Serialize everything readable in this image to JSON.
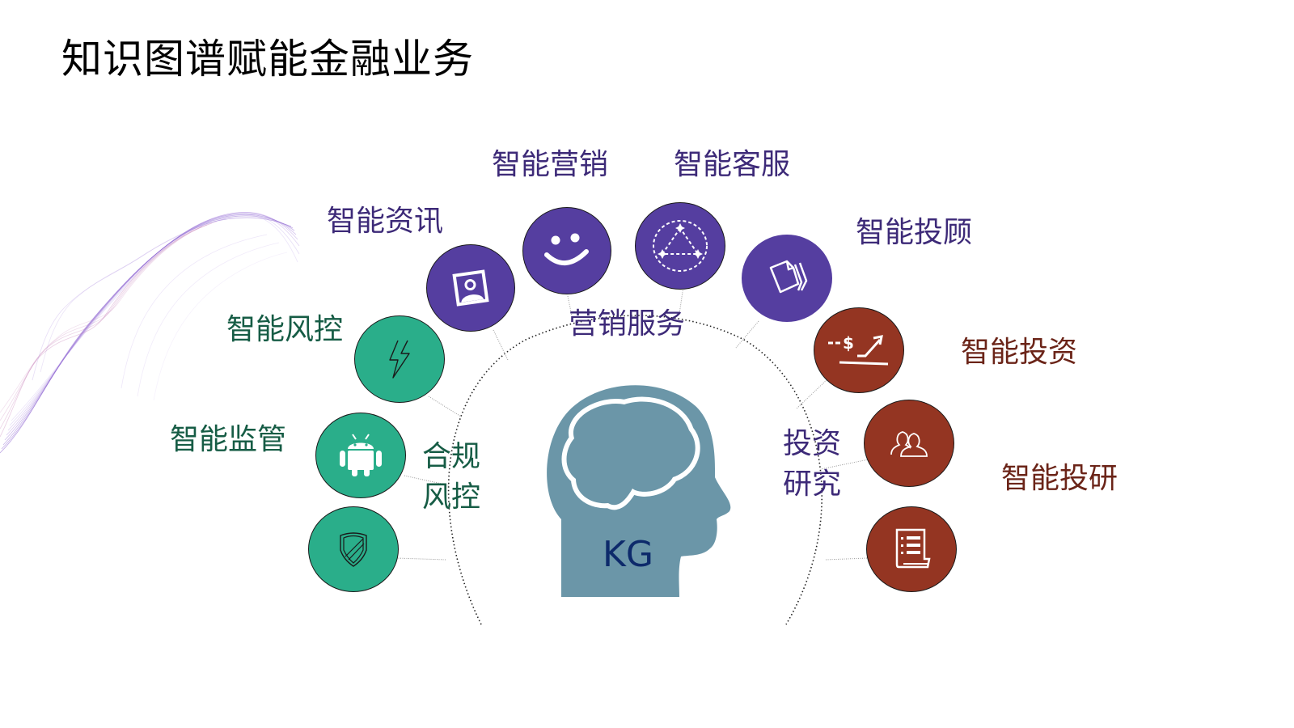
{
  "title": "知识图谱赋能金融业务",
  "center": {
    "label": "KG",
    "icon": "head-brain-icon",
    "color": "#6b96a8"
  },
  "colors": {
    "purple": "#553ea0",
    "green": "#2aae8a",
    "brown": "#943522",
    "purple_text": "#3d2a78",
    "green_text": "#165c45",
    "brown_text": "#6b2418"
  },
  "groups": [
    {
      "name": "营销服务",
      "color": "purple"
    },
    {
      "name": "合规风控",
      "line1": "合规",
      "line2": "风控",
      "color": "green"
    },
    {
      "name": "投资研究",
      "line1": "投资",
      "line2": "研究",
      "color": "brown"
    }
  ],
  "nodes": [
    {
      "label": "智能资讯",
      "icon": "portrait-image-icon",
      "group": "营销服务"
    },
    {
      "label": "智能营销",
      "icon": "smiley-face-icon",
      "group": "营销服务"
    },
    {
      "label": "智能客服",
      "icon": "network-triangle-icon",
      "group": "营销服务"
    },
    {
      "label": "智能投顾",
      "icon": "documents-stack-icon",
      "group": "营销服务"
    },
    {
      "label": "智能投资",
      "icon": "dollar-growth-arrow-icon",
      "group": "投资研究"
    },
    {
      "label": "智能投研",
      "icon": "people-group-icon",
      "group": "投资研究"
    },
    {
      "label": "",
      "icon": "report-scroll-icon",
      "group": "投资研究"
    },
    {
      "label": "智能风控",
      "icon": "lightning-bolt-icon",
      "group": "合规风控"
    },
    {
      "label": "智能监管",
      "icon": "android-robot-icon",
      "group": "合规风控"
    },
    {
      "label": "",
      "icon": "shield-icon",
      "group": "合规风控"
    }
  ]
}
